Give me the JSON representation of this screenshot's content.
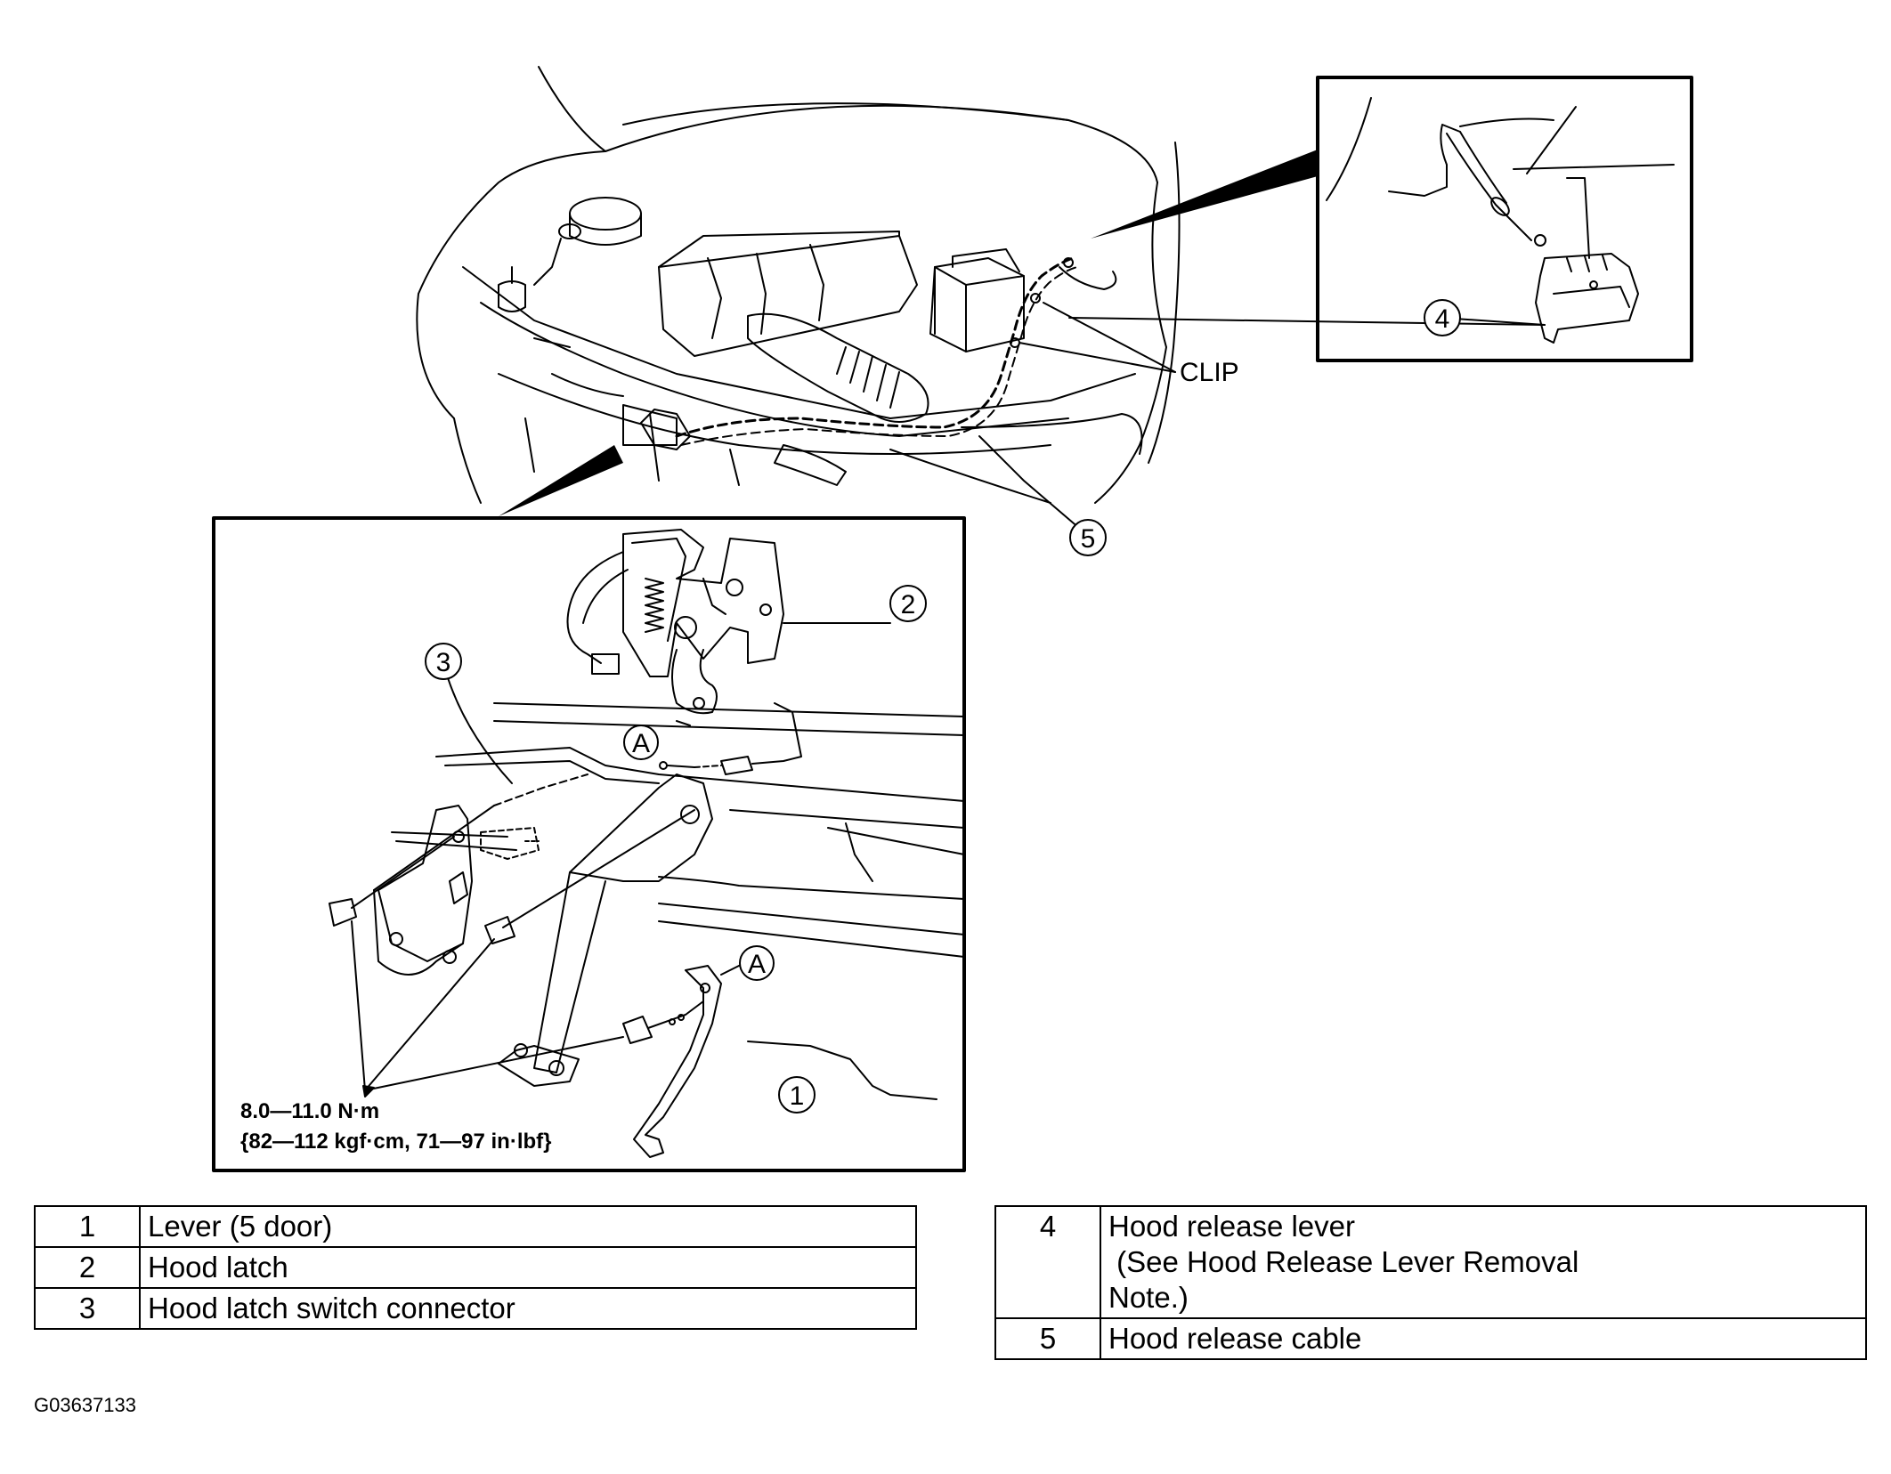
{
  "callouts": {
    "c1": "1",
    "c2": "2",
    "c3": "3",
    "c4": "4",
    "c5": "5",
    "a_top": "A",
    "a_bottom": "A"
  },
  "clip_label": "CLIP",
  "torque": {
    "line1": "8.0—11.0 N·m",
    "line2": "{82—112 kgf·cm, 71—97 in·lbf}"
  },
  "legend_left": [
    {
      "num": "1",
      "desc": "Lever (5 door)"
    },
    {
      "num": "2",
      "desc": "Hood latch"
    },
    {
      "num": "3",
      "desc": "Hood latch switch connector"
    }
  ],
  "legend_right": [
    {
      "num": "4",
      "desc_lines": [
        "Hood release lever",
        " (See Hood Release Lever Removal",
        "Note.)"
      ]
    },
    {
      "num": "5",
      "desc_lines": [
        "Hood release cable"
      ]
    }
  ],
  "figure_id": "G03637133"
}
